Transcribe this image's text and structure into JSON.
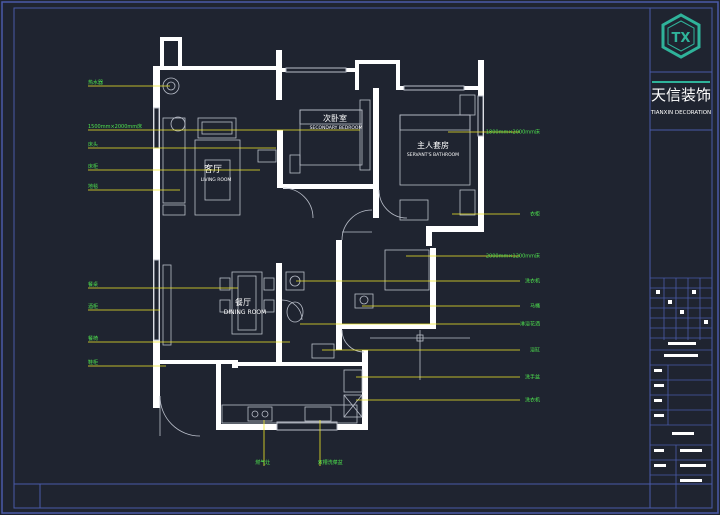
{
  "title_block": {
    "logo_glyph": "TX",
    "company_cn": "天信装饰",
    "company_en": "TIANXIN DECORATION"
  },
  "rooms": {
    "living": {
      "cn": "客厅",
      "en": "LIVING ROOM"
    },
    "secondary_bedroom": {
      "cn": "次卧室",
      "en": "SECONDARY BEDROOM"
    },
    "master_bedroom": {
      "cn": "主人套房",
      "en": "SERVANT'S BATHROOM"
    },
    "dining": {
      "cn": "餐厅",
      "en": "DINING ROOM"
    }
  },
  "annotations": {
    "left": [
      "热水器",
      "1500mm×2000mm床",
      "床头",
      "床柜",
      "地毯",
      "餐桌",
      "酒柜",
      "餐椅",
      "鞋柜"
    ],
    "right": [
      "1800mm×2000mm床",
      "衣柜",
      "2000mm×1200mm床",
      "洗衣机",
      "马桶",
      "淋浴花洒",
      "浴缸",
      "洗手盆",
      "洗衣机"
    ],
    "bottom": [
      "燃气灶",
      "双槽洗菜盆"
    ]
  },
  "colors": {
    "background": "#1f2430",
    "wall": "#ffffff",
    "furniture": "#b9bec9",
    "leader": "#f2ea28",
    "annotation": "#4ee24e",
    "frame": "#4a5aa8",
    "accent": "#2fb39a"
  }
}
